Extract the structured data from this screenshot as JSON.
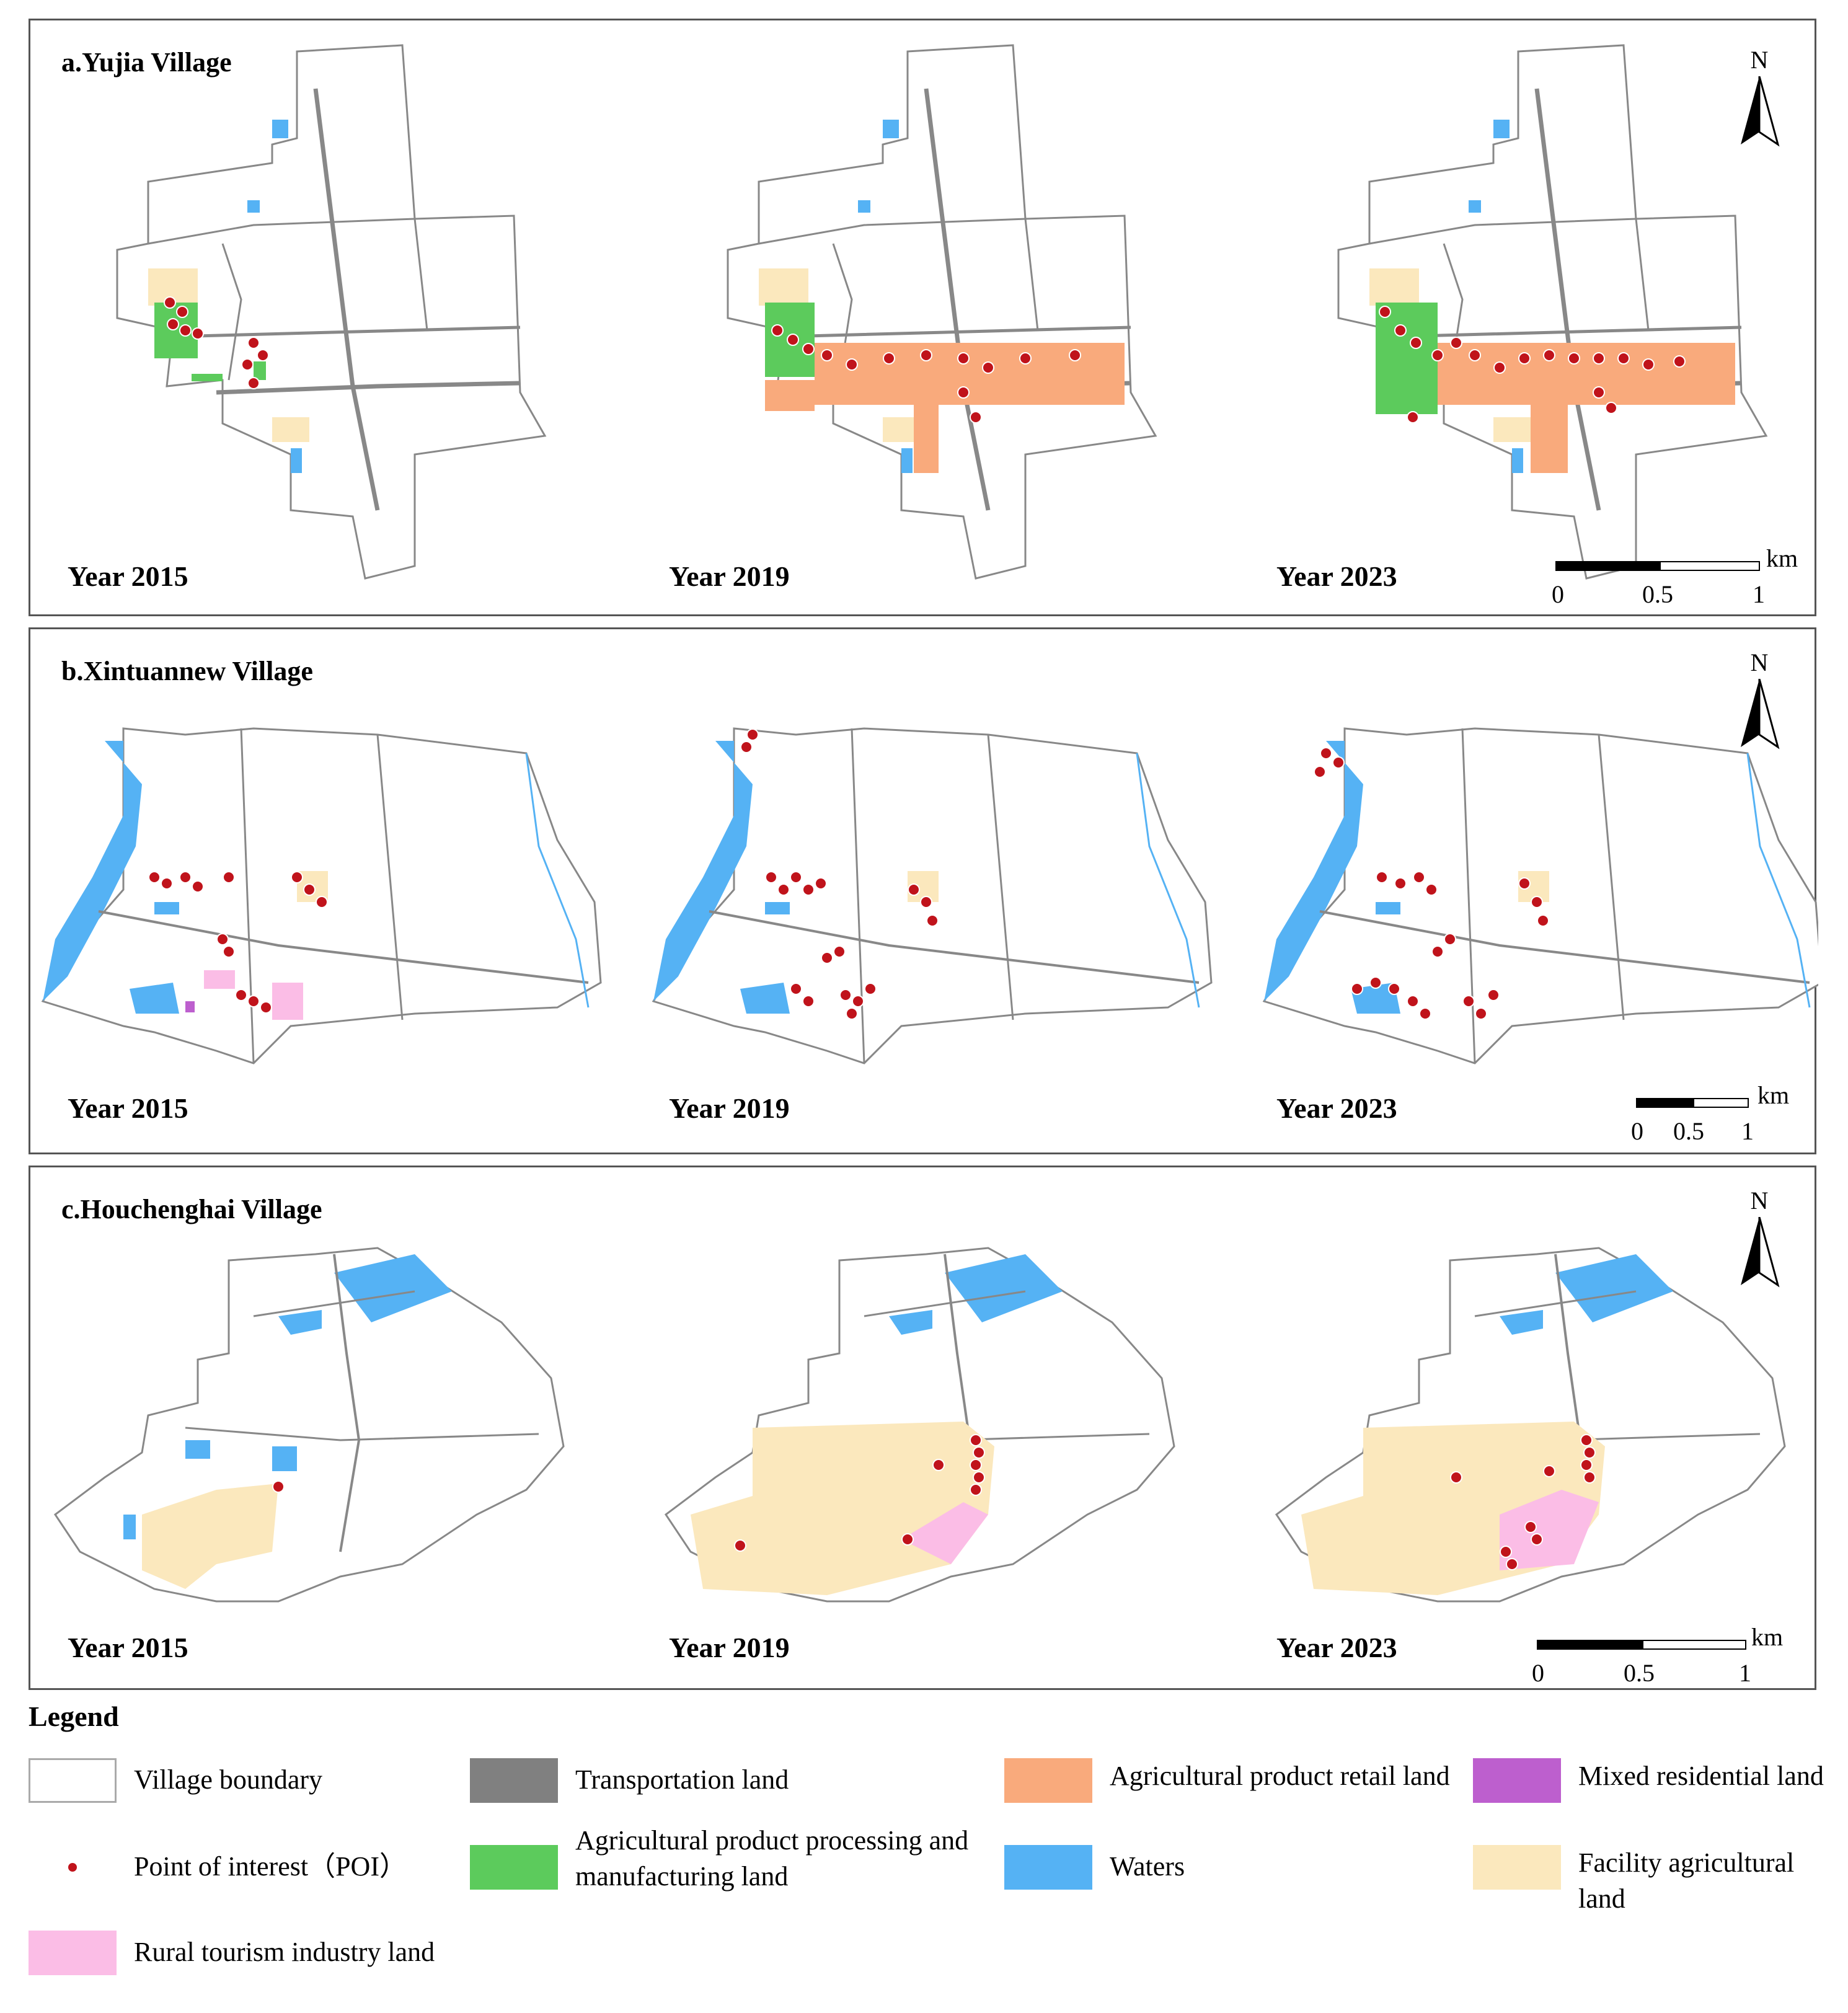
{
  "panels": [
    {
      "title": "a.Yujia Village",
      "years": [
        "Year 2015",
        "Year 2019",
        "Year 2023"
      ],
      "north": "N",
      "scale": {
        "unit": "km",
        "ticks": [
          "0",
          "0.5",
          "1"
        ]
      }
    },
    {
      "title": "b.Xintuannew Village",
      "years": [
        "Year 2015",
        "Year 2019",
        "Year 2023"
      ],
      "north": "N",
      "scale": {
        "unit": "km",
        "ticks": [
          "0",
          "0.5",
          "1"
        ]
      }
    },
    {
      "title": "c.Houchenghai Village",
      "years": [
        "Year 2015",
        "Year 2019",
        "Year 2023"
      ],
      "north": "N",
      "scale": {
        "unit": "km",
        "ticks": [
          "0",
          "0.5",
          "1"
        ]
      }
    }
  ],
  "legend": {
    "title": "Legend",
    "items": [
      {
        "label": "Village boundary",
        "color": "#ffffff",
        "icon": "outlined-box"
      },
      {
        "label": "Transportation land",
        "color": "#808080",
        "icon": "filled-box"
      },
      {
        "label": "Agricultural product retail land",
        "color": "#f9aa7c",
        "icon": "filled-box"
      },
      {
        "label": "Mixed residential land",
        "color": "#bd5fce",
        "icon": "filled-box"
      },
      {
        "label": "Point of interest（POI）",
        "color": "#c0131b",
        "icon": "dot"
      },
      {
        "label": "Agricultural product processing and manufacturing land",
        "color": "#5ccb5c",
        "icon": "filled-box"
      },
      {
        "label": "Waters",
        "color": "#55b2f4",
        "icon": "filled-box"
      },
      {
        "label": "Facility agricultural land",
        "color": "#fbe8bd",
        "icon": "filled-box"
      },
      {
        "label": "Rural tourism industry land",
        "color": "#fbbde6",
        "icon": "filled-box"
      }
    ]
  }
}
